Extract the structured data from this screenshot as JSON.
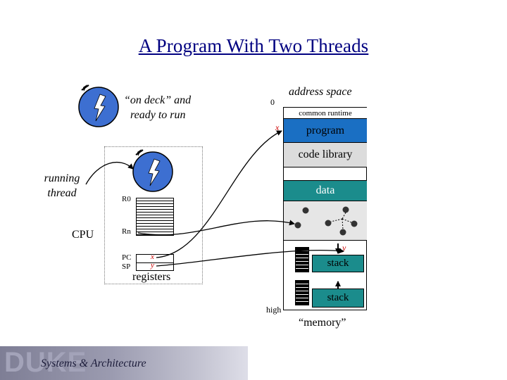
{
  "title": "A Program With Two Threads",
  "on_deck_line1": "“on deck” and",
  "on_deck_line2": "ready to run",
  "running_line1": "running",
  "running_line2": "thread",
  "cpu": "CPU",
  "registers": {
    "r0": "R0",
    "rn": "Rn",
    "pc": "PC",
    "sp": "SP",
    "pc_marker": "x",
    "sp_marker": "y",
    "label": "registers"
  },
  "address_space": {
    "label": "address space",
    "low": "0",
    "high": "high",
    "program_pointer": "x",
    "stack_pointer": "y"
  },
  "segments": {
    "common_runtime": "common runtime",
    "program": "program",
    "code_library": "code library",
    "data": "data",
    "stack_top": "stack",
    "stack_bottom": "stack"
  },
  "memory_label": "“memory”",
  "footer": {
    "logo": "DUKE",
    "subtitle": "Systems & Architecture"
  },
  "colors": {
    "title": "#000080",
    "program": "#1a6fc3",
    "data": "#1b8c8c",
    "stack": "#1b8c8c",
    "code_library": "#dcdcdc",
    "thread_circle": "#3d6fd1",
    "marker": "#cc0000"
  }
}
